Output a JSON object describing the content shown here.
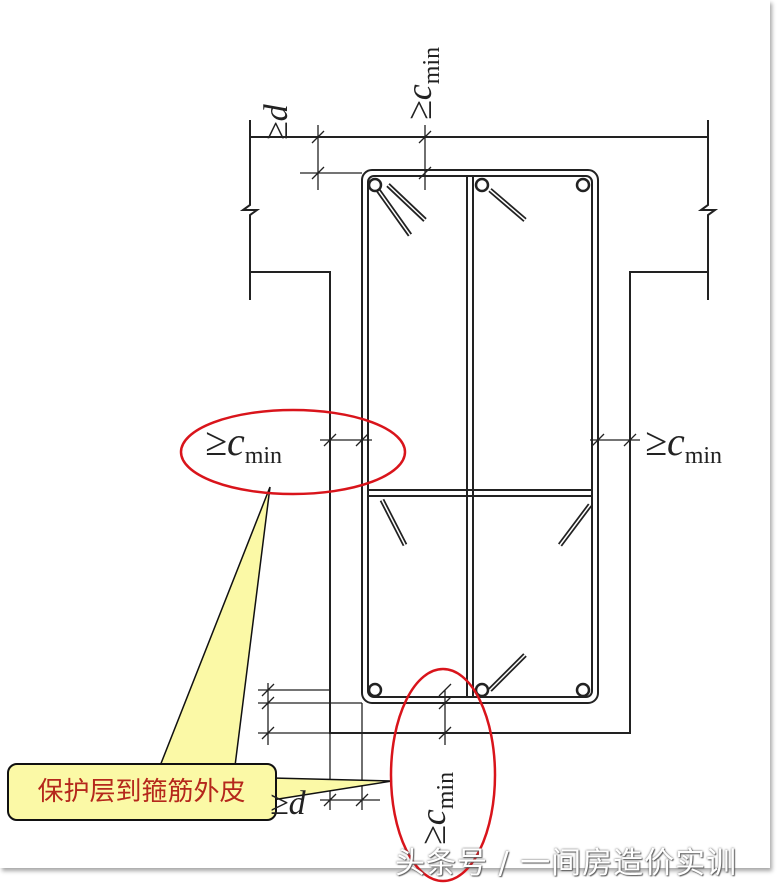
{
  "labels": {
    "geq": "≥",
    "c": "c",
    "min": "min",
    "d": "d"
  },
  "callout": {
    "text": "保护层到箍筋外皮"
  },
  "watermark": "头条号 / 一间房造价实训",
  "colors": {
    "highlight": "#d9141b",
    "callout_fill": "#fbf9a6",
    "callout_text": "#b5281c"
  }
}
